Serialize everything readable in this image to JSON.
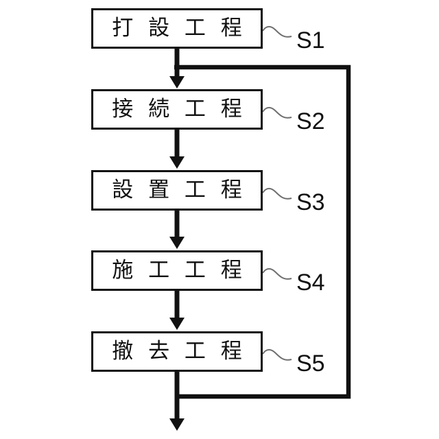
{
  "figure": {
    "type": "flowchart",
    "background_color": "#ffffff",
    "line_color": "#111111",
    "squiggle_color": "#6f6f6f",
    "text_color": "#111111"
  },
  "steps": [
    {
      "id": "S1",
      "label": "打 設 工 程"
    },
    {
      "id": "S2",
      "label": "接 続 工 程"
    },
    {
      "id": "S3",
      "label": "設 置 工 程"
    },
    {
      "id": "S4",
      "label": "施 工 工 程"
    },
    {
      "id": "S5",
      "label": "撤 去 工 程"
    }
  ],
  "flow": {
    "sequence": [
      "S1",
      "S2",
      "S3",
      "S4",
      "S5"
    ],
    "feedback_loop": "from after S5 back to before S2"
  }
}
